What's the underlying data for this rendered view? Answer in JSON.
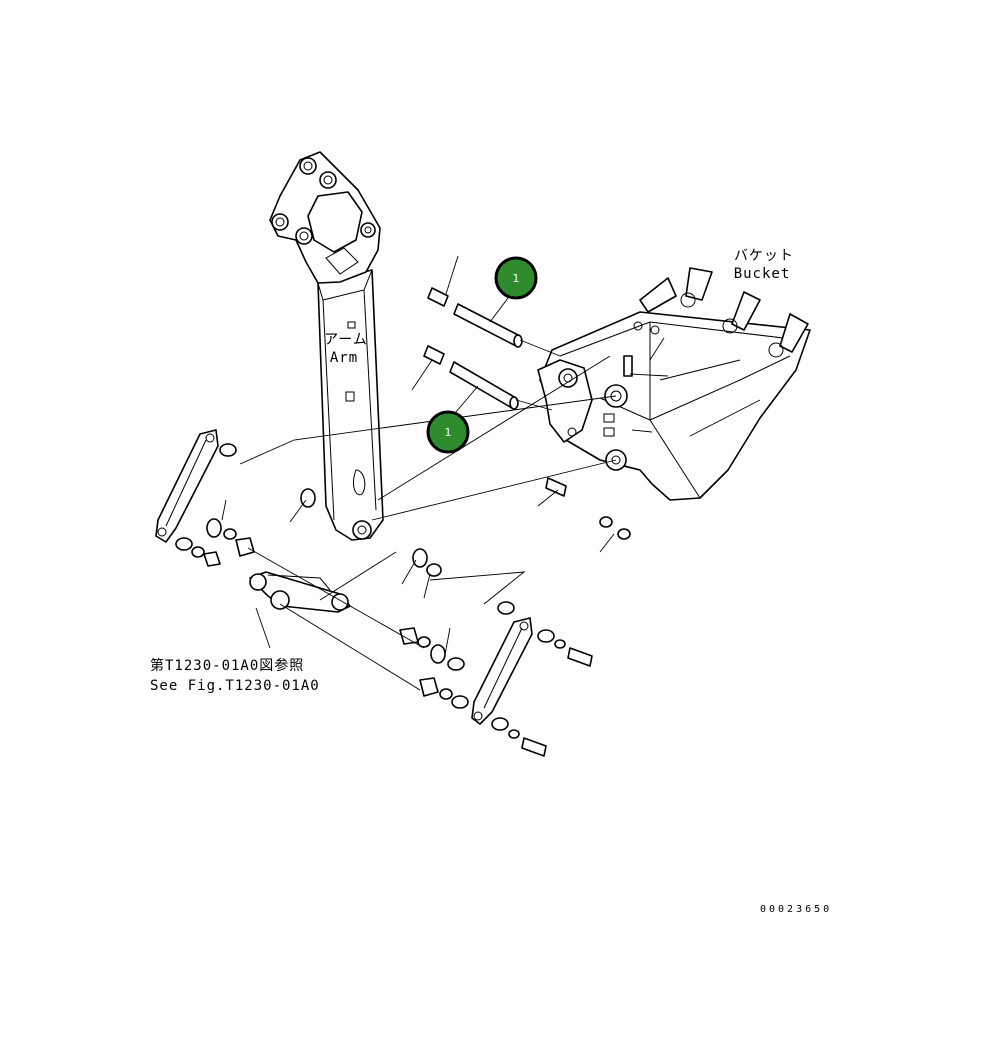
{
  "colors": {
    "line": "#000000",
    "background": "#ffffff",
    "callout_fill": "#2e8b2e",
    "callout_ring": "#000000"
  },
  "labels": {
    "arm_jp": "アーム",
    "arm_en": "Arm",
    "bucket_jp": "バケット",
    "bucket_en": "Bucket",
    "ref_jp": "第T1230-01A0図参照",
    "ref_en": "See Fig.T1230-01A0",
    "doc_number": "00023650"
  },
  "callouts": [
    {
      "id": "callout-1-upper",
      "number": "1"
    },
    {
      "id": "callout-1-lower",
      "number": "1"
    }
  ]
}
